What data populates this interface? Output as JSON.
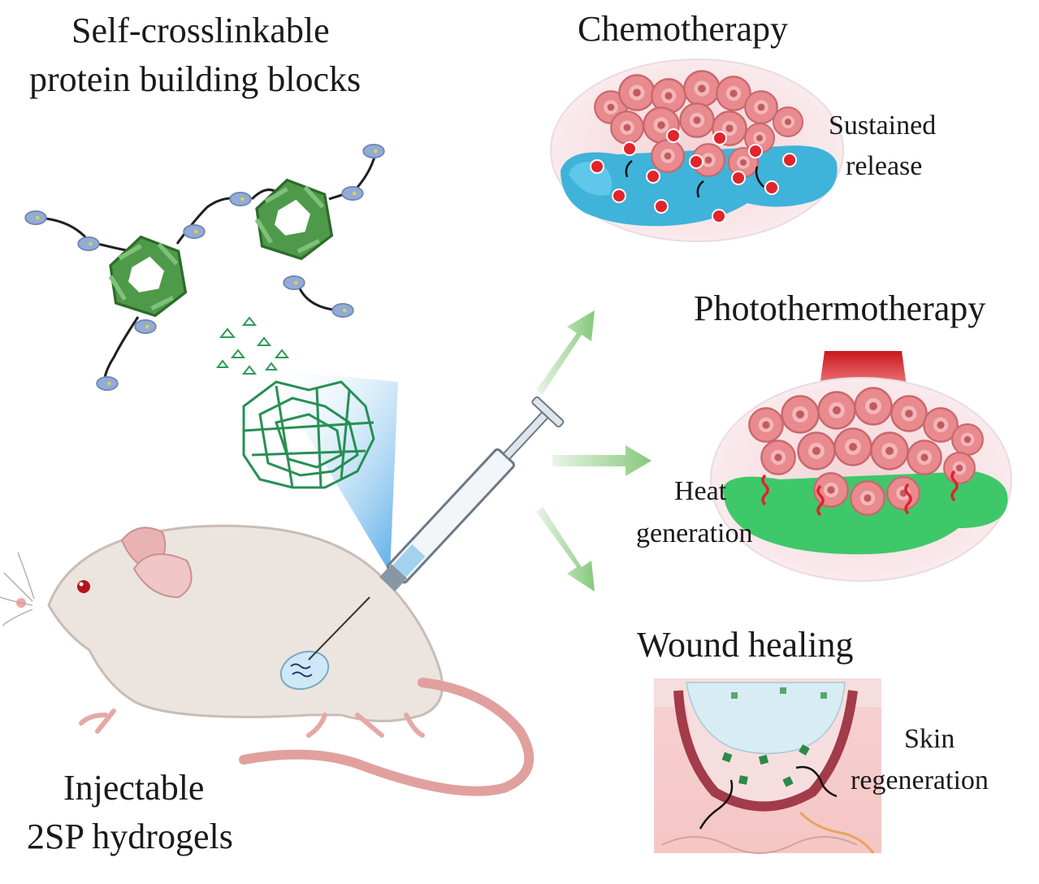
{
  "labels": {
    "building_blocks_line1": "Self-crosslinkable",
    "building_blocks_line2": "protein building blocks",
    "injectable_line1": "Injectable",
    "injectable_line2": "2SP hydrogels",
    "chemotherapy": "Chemotherapy",
    "sustained_line1": "Sustained",
    "sustained_line2": "release",
    "photothermotherapy": "Photothermotherapy",
    "heat_line1": "Heat",
    "heat_line2": "generation",
    "wound_healing": "Wound healing",
    "skin_line1": "Skin",
    "skin_line2": "regeneration"
  },
  "colors": {
    "protein_green": "#4f9a4a",
    "linker_blue": "#8ea6cf",
    "tumor_pink": "#e8868a",
    "hydrogel_blue": "#3fb3da",
    "hydrogel_green": "#3ec86a",
    "drug_red": "#e2242c",
    "laser_red": "#e8393a",
    "arrow_green": "#8fcf86"
  },
  "icons": [
    "protein-network-icon",
    "mouse-icon",
    "syringe-icon",
    "drug-dot-icon",
    "laser-icon",
    "heat-wave-icon"
  ]
}
